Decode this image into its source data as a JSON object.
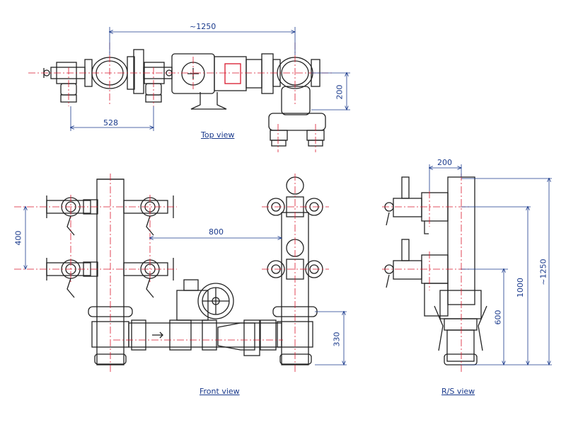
{
  "views": {
    "top": "Top view",
    "front": "Front view",
    "rs": "R/S view"
  },
  "dimensions": {
    "top_width": "~1250",
    "top_spacing": "528",
    "top_depth": "200",
    "front_valve_spacing": "400",
    "front_pipe_spacing": "800",
    "front_base_height": "330",
    "rs_offset": "200",
    "rs_height_total": "~1250",
    "rs_height_1000": "1000",
    "rs_height_600": "600"
  },
  "colors": {
    "line": "#222222",
    "centerline": "#d9182d",
    "dimension": "#1a3a8c",
    "text": "#1a3a8c"
  }
}
